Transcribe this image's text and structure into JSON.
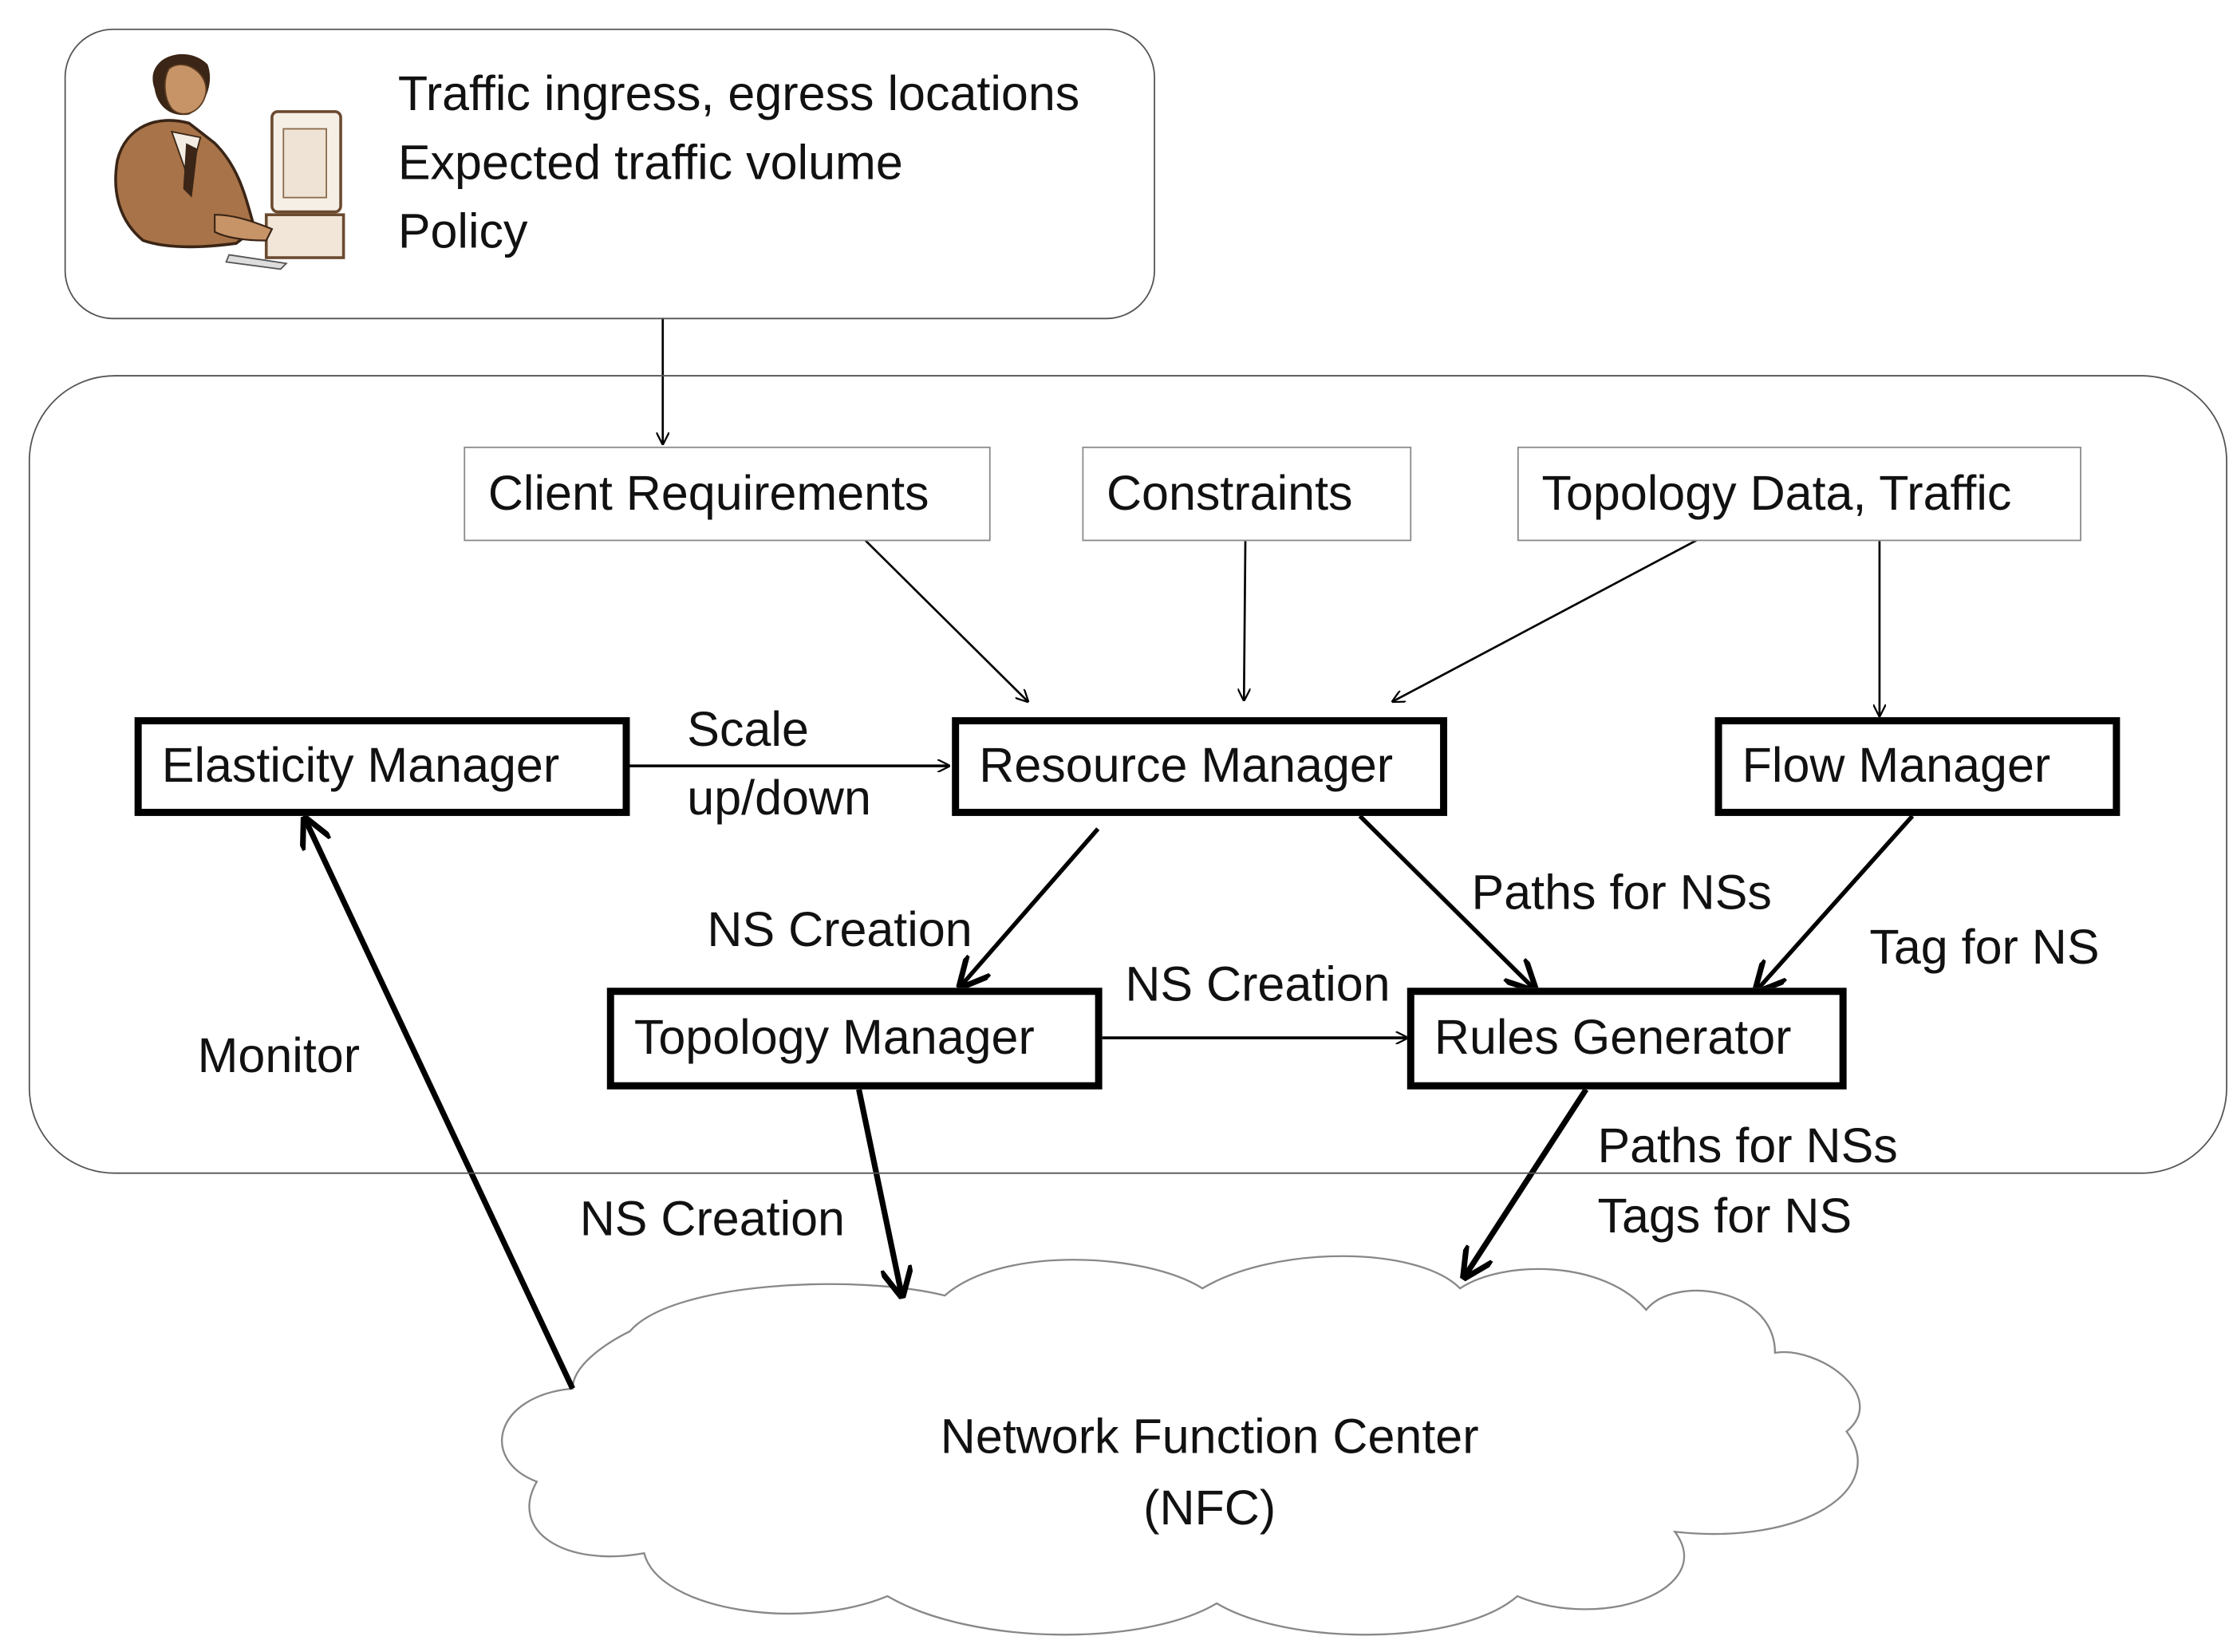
{
  "client_box": {
    "lines": [
      "Traffic ingress, egress locations",
      "Expected traffic volume",
      "Policy"
    ],
    "figure_icon": "person-at-computer-icon"
  },
  "inputs": {
    "client_requirements": "Client Requirements",
    "constraints": "Constraints",
    "topology_data": "Topology Data, Traffic"
  },
  "components": {
    "elasticity_manager": "Elasticity Manager",
    "resource_manager": "Resource Manager",
    "flow_manager": "Flow Manager",
    "topology_manager": "Topology Manager",
    "rules_generator": "Rules Generator"
  },
  "edge_labels": {
    "scale_line1": "Scale",
    "scale_line2": "up/down",
    "ns_creation_rm_tm": "NS Creation",
    "ns_creation_tm_rg": "NS Creation",
    "paths_for_nss": "Paths for NSs",
    "tag_for_ns": "Tag for NS",
    "monitor": "Monitor",
    "ns_creation_tm_nfc": "NS Creation",
    "rg_nfc_line1": "Paths for NSs",
    "rg_nfc_line2": "Tags for NS"
  },
  "nfc": {
    "line1": "Network Function Center",
    "line2": "(NFC)"
  }
}
